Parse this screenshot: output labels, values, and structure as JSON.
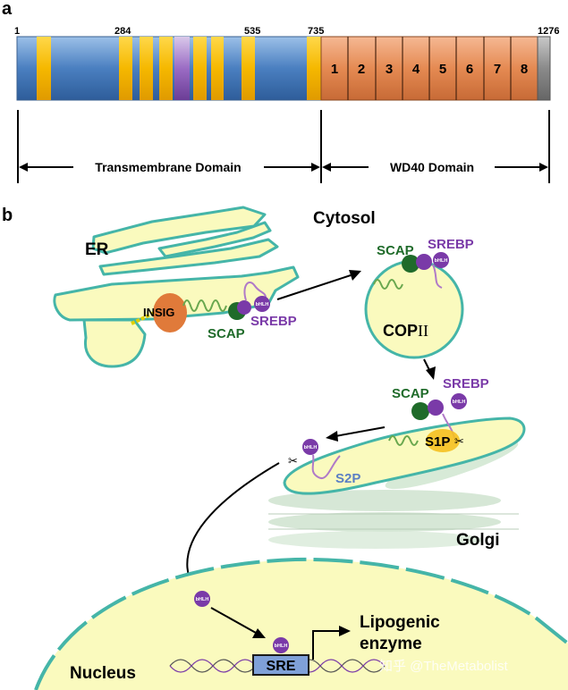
{
  "panel_a": {
    "label": "a",
    "positions": [
      "1",
      "284",
      "535",
      "735",
      "1276"
    ],
    "wd_repeats": [
      "1",
      "2",
      "3",
      "4",
      "5",
      "6",
      "7",
      "8"
    ],
    "tm_domain_label": "Transmembrane Domain",
    "wd40_label": "WD40 Domain",
    "colors": {
      "tm_blue": "#4a7fc0",
      "tm_segment": "#f5b800",
      "tm_purple": "#8e5bb8",
      "wd_orange": "#e58a52",
      "c_term_gray": "#8a8a8a"
    }
  },
  "panel_b": {
    "label": "b",
    "cytosol": "Cytosol",
    "er": "ER",
    "insig": "INSIG",
    "scap": "SCAP",
    "srebp": "SREBP",
    "bhlh": "bHLH",
    "copii_prefix": "COP",
    "copii_suffix": "II",
    "s1p": "S1P",
    "s2p": "S2P",
    "golgi": "Golgi",
    "nucleus": "Nucleus",
    "sre": "SRE",
    "lipogenic_line1": "Lipogenic",
    "lipogenic_line2": "enzyme",
    "colors": {
      "membrane_fill": "#fafabe",
      "membrane_edge": "#45b5a8",
      "scap_green": "#1f6b2a",
      "srebp_purple": "#7a3aa8",
      "insig_orange": "#e07a3a",
      "s1p_yellow": "#f5c020",
      "s2p_blue": "#5b7fc4"
    }
  },
  "watermark": "知乎 @TheMetabolist"
}
